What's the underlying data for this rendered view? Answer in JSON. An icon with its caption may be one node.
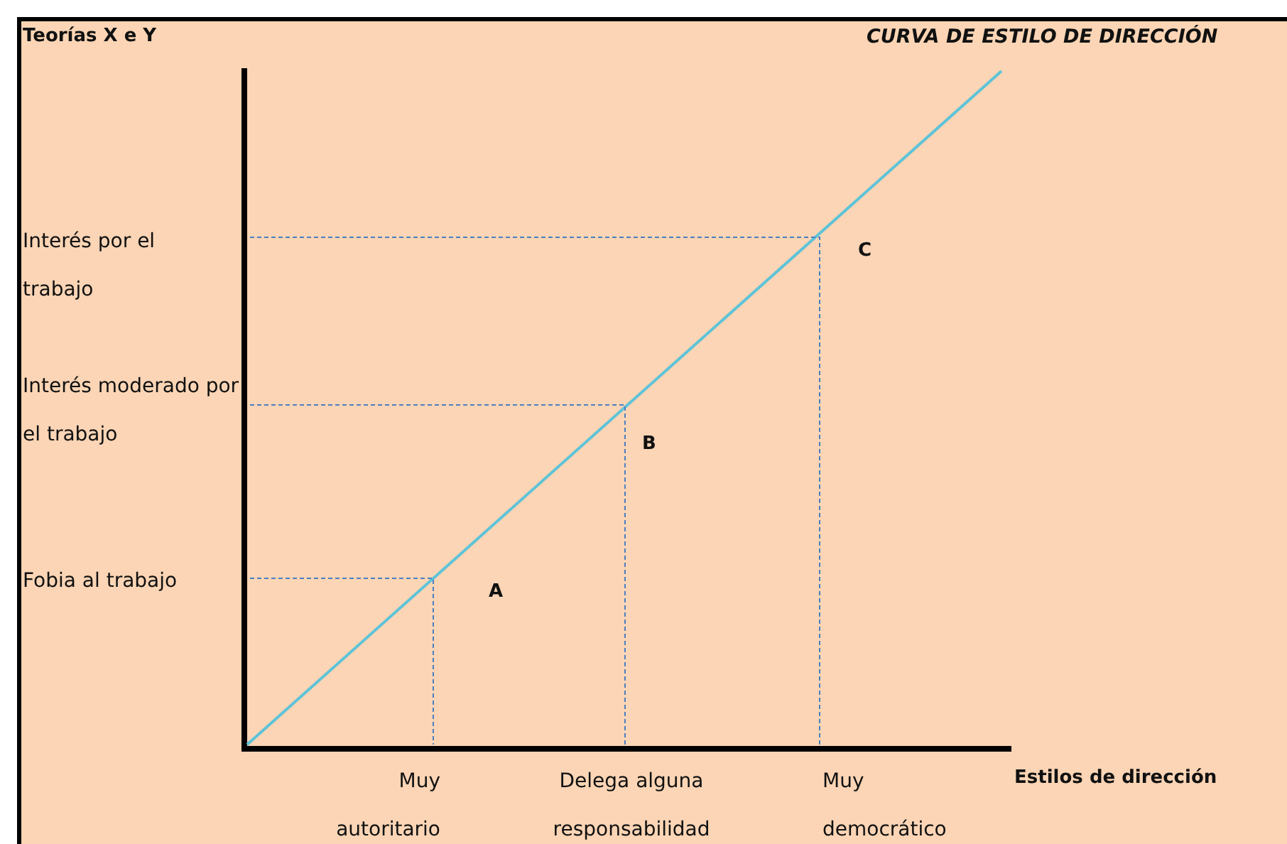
{
  "diagram": {
    "title": "CURVA DE ESTILO DE DIRECCIÓN",
    "labels": [
      "Teorías X e Y",
      "Interés por el trabajo",
      "C",
      "Interés moderado por el trabajo",
      "B",
      "Fobia al trabajo",
      "A",
      "Muy autoritario",
      "Delega alguna responsabilidad",
      "Muy democrático",
      "Estilos de dirección"
    ]
  }
}
